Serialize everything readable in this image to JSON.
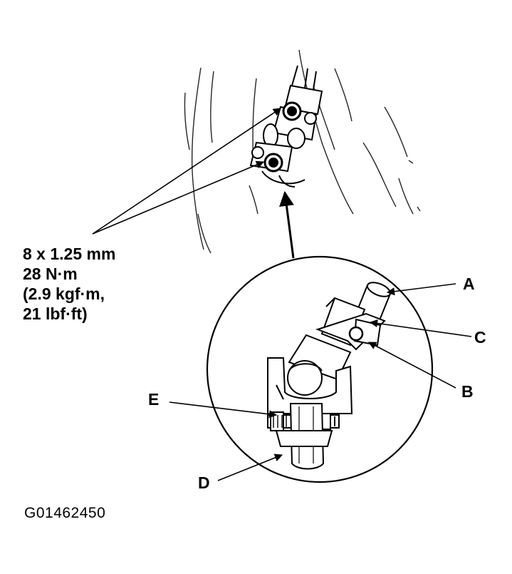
{
  "spec": {
    "bolt_size": "8 x 1.25 mm",
    "torque_nm": "28 N·m",
    "torque_kgf": "(2.9 kgf·m,",
    "torque_lbf": "21 lbf·ft)"
  },
  "callouts": {
    "a": "A",
    "b": "B",
    "c": "C",
    "d": "D",
    "e": "E"
  },
  "figure_code": "G01462450",
  "colors": {
    "ink": "#000000",
    "paper": "#ffffff"
  }
}
